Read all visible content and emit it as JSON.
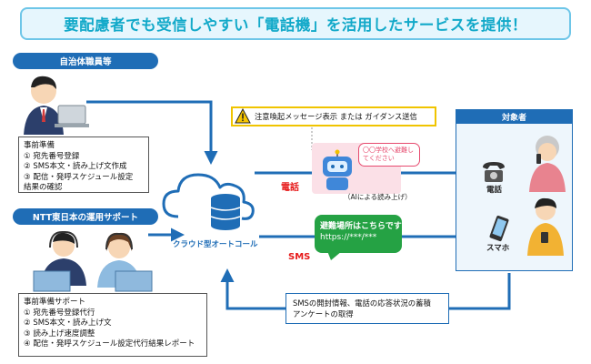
{
  "title": "要配慮者でも受信しやすい「電話機」を活用したサービスを提供！",
  "municipality": {
    "label": "自治体職員等",
    "prep": [
      "事前準備",
      "① 宛先番号登録",
      "② SMS本文・読み上げ文作成",
      "③ 配信・発呼スケジュール設定",
      "結果の確認"
    ]
  },
  "ntt": {
    "label": "NTT東日本の運用サポート",
    "prep": [
      "事前準備サポート",
      "① 宛先番号登録代行",
      "② SMS本文・読み上げ文",
      "③ 読み上げ速度調整",
      "④ 配信・発呼スケジュール設定代行結果レポート"
    ]
  },
  "cloud_label": "クラウド型オートコール",
  "warning": "注意喚起メッセージ表示 または ガイダンス送信",
  "phone": {
    "label": "電話",
    "bubble": "〇〇学校へ避難してください",
    "caption": "（AIによる読み上げ）"
  },
  "sms": {
    "label": "SMS",
    "bubble_title": "避難場所はこちらです",
    "bubble_url": "https://***/***"
  },
  "target": {
    "label": "対象者",
    "phone_label": "電話",
    "smartphone_label": "スマホ"
  },
  "feedback": [
    "SMSの開封情報、電話の応答状況の蓄積",
    "アンケートの取得"
  ],
  "colors": {
    "accent": "#1f6db6",
    "title": "#12a9c9",
    "warning": "#f0c400",
    "red": "#e61919"
  }
}
